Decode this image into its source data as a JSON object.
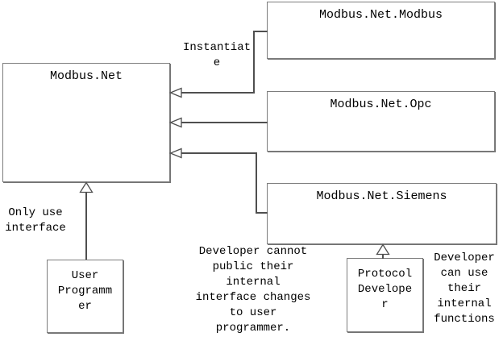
{
  "diagram": {
    "background": "#ffffff",
    "colors": {
      "line": "#4f4f4f",
      "box_border": "#7d7d7d",
      "text": "#000000"
    },
    "boxes": [
      {
        "id": "modbus-net",
        "label": "Modbus.Net"
      },
      {
        "id": "modbus-net-modbus",
        "label": "Modbus.Net.Modbus"
      },
      {
        "id": "modbus-net-opc",
        "label": "Modbus.Net.Opc"
      },
      {
        "id": "modbus-net-siemens",
        "label": "Modbus.Net.Siemens"
      },
      {
        "id": "user-programmer",
        "label": "User\nProgramm\ner"
      },
      {
        "id": "protocol-developer",
        "label": "Protocol\nDevelope\nr"
      }
    ],
    "annotations": [
      {
        "id": "instantiate",
        "text": "Instantiat\ne"
      },
      {
        "id": "only-use-interface",
        "text": "Only use\ninterface"
      },
      {
        "id": "developer-cannot",
        "text": "Developer cannot\npublic their\ninternal\ninterface changes\nto user\nprogrammer."
      },
      {
        "id": "developer-can-use",
        "text": "Developer\ncan use\ntheir\ninternal\nfunctions"
      }
    ]
  }
}
